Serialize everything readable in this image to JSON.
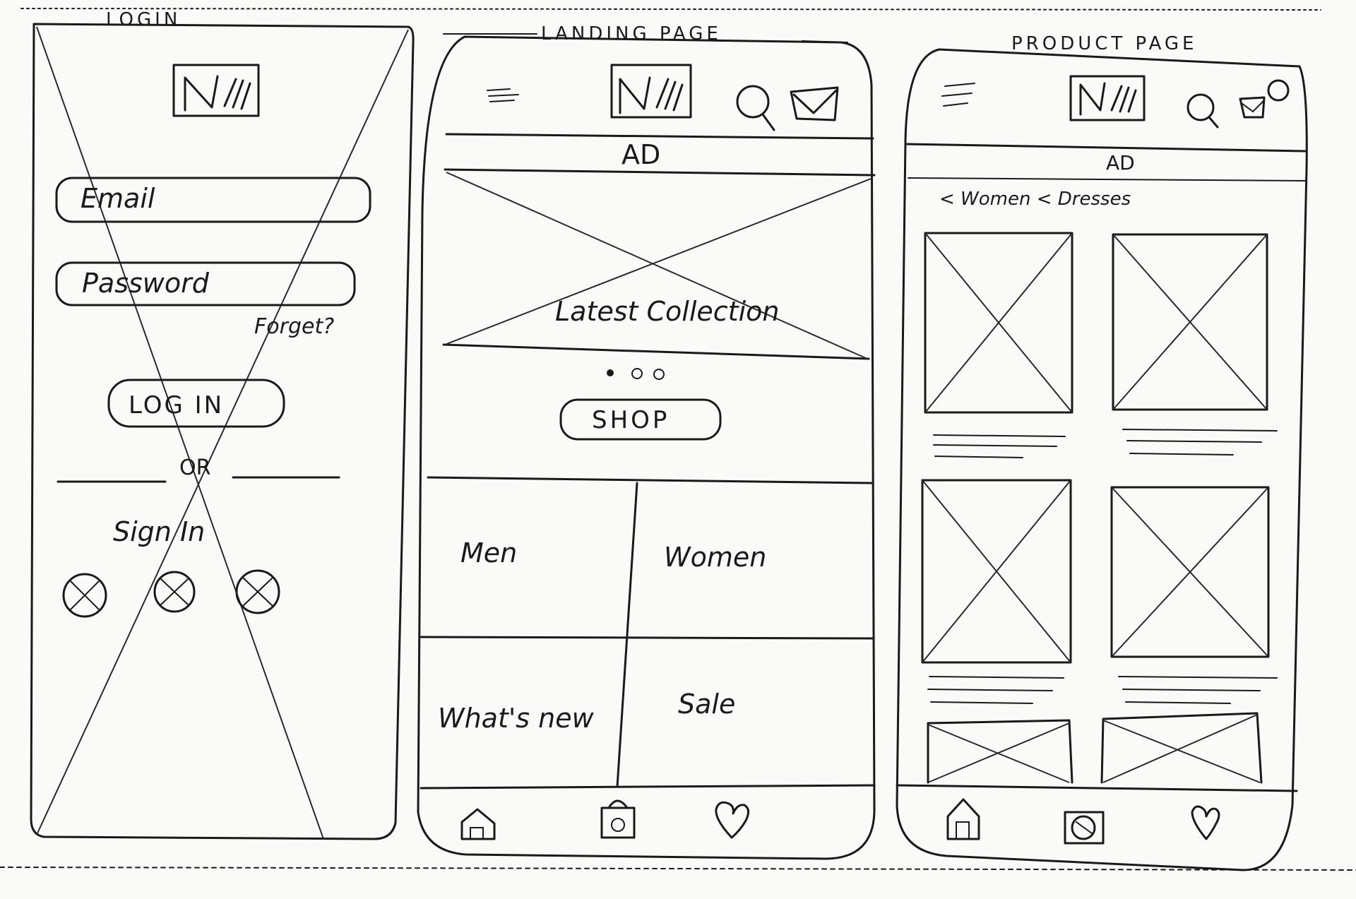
{
  "screens": {
    "login": {
      "heading": "LOGIN",
      "email_field": "Email",
      "password_field": "Password",
      "forgot_link": "Forget?",
      "login_button": "LOG IN",
      "divider": "OR",
      "sign_in": "Sign In"
    },
    "landing": {
      "heading": "LANDING PAGE",
      "ad": "AD",
      "hero_caption": "Latest Collection",
      "shop_button": "SHOP",
      "tiles": [
        "Men",
        "Women",
        "What's new",
        "Sale"
      ]
    },
    "product": {
      "heading": "PRODUCT PAGE",
      "ad": "AD",
      "breadcrumb": "< Women < Dresses"
    }
  },
  "icons": {
    "menu": "hamburger-icon",
    "search": "magnifier-icon",
    "cart": "basket-icon",
    "home": "house-icon",
    "bag": "shopping-bag-icon",
    "wishlist": "heart-icon"
  },
  "colors": {
    "ink": "#1a1a1a",
    "paper": "#fafaf8"
  }
}
